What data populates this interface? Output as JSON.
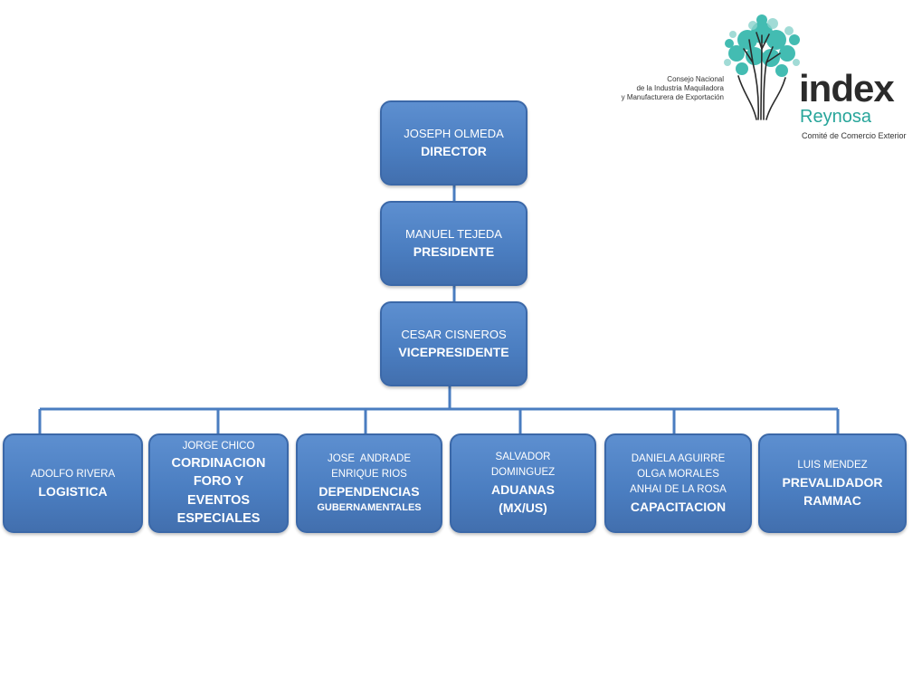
{
  "logo": {
    "org_line1": "Consejo Nacional",
    "org_line2": "de la Industria Maquiladora",
    "org_line3": "y Manufacturera de Exportación",
    "brand": "index",
    "city": "Reynosa",
    "tagline": "Comité de Comercio Exterior"
  },
  "org": {
    "director": {
      "name": "JOSEPH OLMEDA",
      "role": "DIRECTOR"
    },
    "president": {
      "name": "MANUEL TEJEDA",
      "role": "PRESIDENTE"
    },
    "vicepresident": {
      "name": "CESAR CISNEROS",
      "role": "VICEPRESIDENTE"
    },
    "logistica": {
      "name": "ADOLFO RIVERA",
      "role": "LOGISTICA"
    },
    "foro": {
      "name": "JORGE CHICO",
      "role_line1": "CORDINACION",
      "role_line2": "FORO Y",
      "role_line3": "EVENTOS",
      "role_line4": "ESPECIALES"
    },
    "dependencias": {
      "name_line1": "JOSE  ANDRADE",
      "name_line2": "ENRIQUE RIOS",
      "role_line1": "DEPENDENCIAS",
      "role_line2": "GUBERNAMENTALES"
    },
    "aduanas": {
      "name_line1": "SALVADOR",
      "name_line2": "DOMINGUEZ",
      "role_line1": "ADUANAS",
      "role_line2": "(MX/US)"
    },
    "capacitacion": {
      "name_line1": "DANIELA AGUIRRE",
      "name_line2": "OLGA MORALES",
      "name_line3": "ANHAI DE LA ROSA",
      "role": "CAPACITACION"
    },
    "prevalidador": {
      "name": "LUIS MENDEZ",
      "role_line1": "PREVALIDADOR",
      "role_line2": "RAMMAC"
    }
  },
  "colors": {
    "box_fill": "#4a7dc0",
    "box_border": "#3b68a8",
    "brand_teal": "#27a59a"
  }
}
